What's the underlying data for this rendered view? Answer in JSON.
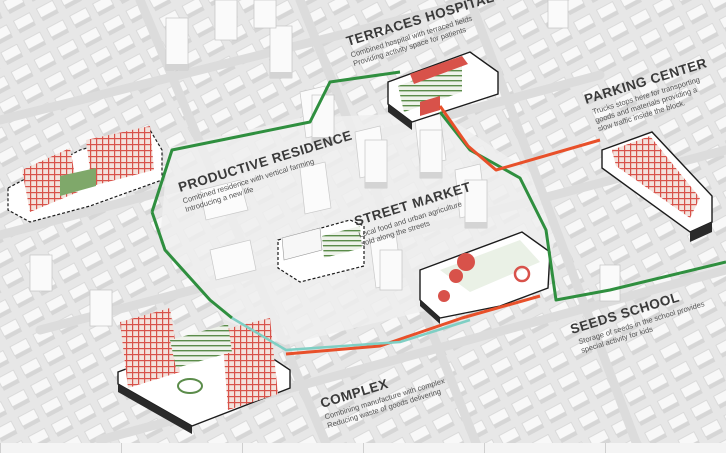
{
  "labels": {
    "terraces_hospital": {
      "title": "TERRACES HOSPITAL",
      "desc1": "Combined hospital with terraced fields",
      "desc2": "Providing activity space for patients"
    },
    "parking_center": {
      "title": "PARKING CENTER",
      "desc1": "Trucks stops here for transporting",
      "desc2": "goods and materials providing a",
      "desc3": "slow traffic inside the block."
    },
    "productive_residence": {
      "title": "PRODUCTIVE RESIDENCE",
      "desc1": "Combined residence with vertical farming",
      "desc2": "Introducing a new life"
    },
    "street_market": {
      "title": "STREET MARKET",
      "desc1": "Local food and urban agriculture",
      "desc2": "sold along the streets"
    },
    "seeds_school": {
      "title": "SEEDS SCHOOL",
      "desc1": "Storage of seeds in the school provides",
      "desc2": "special activity for kids"
    },
    "complex": {
      "title": "COMPLEX",
      "desc1": "Combining manufacture with complex",
      "desc2": "Reducing waste of goods delivering"
    }
  },
  "colors": {
    "green_route": "#2f8f3f",
    "orange_route": "#e8502a",
    "teal_route": "#7fcfc4",
    "building": "#f6f6f6",
    "building_side": "#d2d2d2",
    "ground": "#e9e9e9",
    "highlight_red": "#d8524a"
  }
}
